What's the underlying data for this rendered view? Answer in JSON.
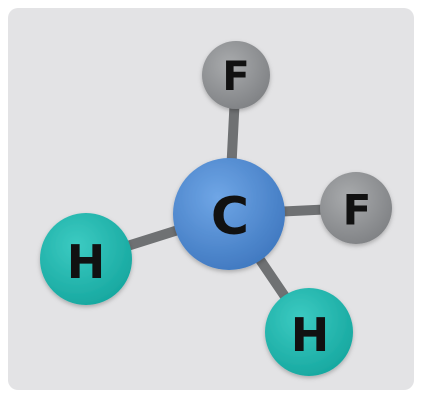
{
  "molecule": {
    "atoms": [
      {
        "id": "c",
        "symbol": "C",
        "color": "#4a86cf"
      },
      {
        "id": "f-top",
        "symbol": "F",
        "color": "#8e9093"
      },
      {
        "id": "f-right",
        "symbol": "F",
        "color": "#8e9093"
      },
      {
        "id": "h-left",
        "symbol": "H",
        "color": "#1fb5ad"
      },
      {
        "id": "h-bottom",
        "symbol": "H",
        "color": "#1fb5ad"
      }
    ],
    "bonds": [
      {
        "from": "c",
        "to": "f-top"
      },
      {
        "from": "c",
        "to": "f-right"
      },
      {
        "from": "c",
        "to": "h-left"
      },
      {
        "from": "c",
        "to": "h-bottom"
      }
    ],
    "bond_color": "#6f7173",
    "background_color": "#e3e3e5"
  }
}
